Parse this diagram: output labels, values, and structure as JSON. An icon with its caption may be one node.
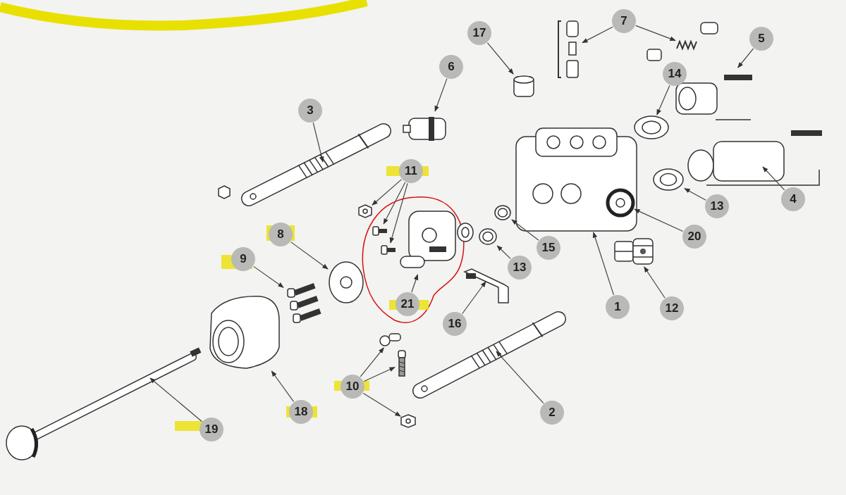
{
  "diagram": {
    "nodes": [
      {
        "text": [
          "17"
        ]
      },
      {
        "text": [],
        "shape": "picture"
      },
      {
        "text": [
          "7"
        ]
      },
      {
        "text": [],
        "shape": "picture"
      },
      {
        "text": [],
        "shape": "picture"
      },
      {
        "text": [
          "5"
        ]
      },
      {
        "text": [],
        "shape": "picture"
      },
      {
        "text": [
          "6"
        ]
      },
      {
        "text": [],
        "shape": "picture"
      },
      {
        "text": [
          "3"
        ]
      },
      {
        "text": [],
        "shape": "picture"
      },
      {
        "text": [
          "14"
        ]
      },
      {
        "text": [],
        "shape": "picture"
      },
      {
        "text": [
          "4"
        ]
      },
      {
        "text": [],
        "shape": "picture"
      },
      {
        "text": [
          "11"
        ]
      },
      {
        "text": [],
        "shape": "picture"
      },
      {
        "text": [],
        "shape": "picture"
      },
      {
        "text": [],
        "shape": "picture"
      },
      {
        "text": [
          "13"
        ]
      },
      {
        "text": [],
        "shape": "picture"
      },
      {
        "text": [
          "1"
        ]
      },
      {
        "text": [],
        "shape": "picture"
      },
      {
        "text": [
          "20"
        ]
      },
      {
        "text": [],
        "shape": "picture",
        "in": 22
      },
      {
        "text": [
          "8"
        ]
      },
      {
        "text": [],
        "shape": "picture"
      },
      {
        "text": [
          "9"
        ]
      },
      {
        "text": [],
        "shape": "picture"
      },
      {
        "text": [
          "15"
        ]
      },
      {
        "text": [],
        "shape": "picture"
      },
      {
        "text": [
          "13"
        ]
      },
      {
        "text": [],
        "shape": "picture"
      },
      {
        "text": [
          "12"
        ]
      },
      {
        "text": [],
        "shape": "picture"
      },
      {
        "text": [
          "21"
        ]
      },
      {
        "text": [],
        "shape": "picture"
      },
      {
        "text": [
          "16"
        ]
      },
      {
        "text": [],
        "shape": "picture"
      },
      {
        "text": [
          "10"
        ]
      },
      {
        "text": [],
        "shape": "picture"
      },
      {
        "text": [],
        "shape": "picture"
      },
      {
        "text": [],
        "shape": "picture"
      },
      {
        "text": [
          "18"
        ]
      },
      {
        "text": [],
        "shape": "picture"
      },
      {
        "text": [
          "19"
        ]
      },
      {
        "text": [],
        "shape": "picture"
      },
      {
        "text": [
          "2"
        ]
      },
      {
        "text": [],
        "shape": "picture"
      }
    ],
    "edges": [
      {
        "from": 0,
        "to": 1,
        "arrow": "to"
      },
      {
        "from": 2,
        "to": 3,
        "arrow": "to"
      },
      {
        "from": 2,
        "to": 4,
        "arrow": "to"
      },
      {
        "from": 5,
        "to": 6,
        "arrow": "to"
      },
      {
        "from": 7,
        "to": 8,
        "arrow": "to"
      },
      {
        "from": 9,
        "to": 10,
        "arrow": "to"
      },
      {
        "from": 11,
        "to": 12,
        "arrow": "to"
      },
      {
        "from": 13,
        "to": 14,
        "arrow": "to"
      },
      {
        "from": 15,
        "to": 16,
        "arrow": "to"
      },
      {
        "from": 15,
        "to": 17,
        "arrow": "to"
      },
      {
        "from": 15,
        "to": 18,
        "arrow": "to"
      },
      {
        "from": 19,
        "to": 20,
        "arrow": "to"
      },
      {
        "from": 21,
        "to": 22,
        "arrow": "to"
      },
      {
        "from": 23,
        "to": 24,
        "arrow": "to"
      },
      {
        "from": 25,
        "to": 26,
        "arrow": "to"
      },
      {
        "from": 27,
        "to": 28,
        "arrow": "to"
      },
      {
        "from": 29,
        "to": 30,
        "arrow": "to"
      },
      {
        "from": 31,
        "to": 32,
        "arrow": "to"
      },
      {
        "from": 33,
        "to": 34,
        "arrow": "to"
      },
      {
        "from": 35,
        "to": 36,
        "arrow": "to"
      },
      {
        "from": 37,
        "to": 38,
        "arrow": "to"
      },
      {
        "from": 39,
        "to": 40,
        "arrow": "to"
      },
      {
        "from": 39,
        "to": 41,
        "arrow": "to"
      },
      {
        "from": 39,
        "to": 42,
        "arrow": "to"
      },
      {
        "from": 43,
        "to": 44,
        "arrow": "to"
      },
      {
        "from": 45,
        "to": 46,
        "arrow": "to"
      },
      {
        "from": 47,
        "to": 48,
        "arrow": "to"
      }
    ]
  }
}
